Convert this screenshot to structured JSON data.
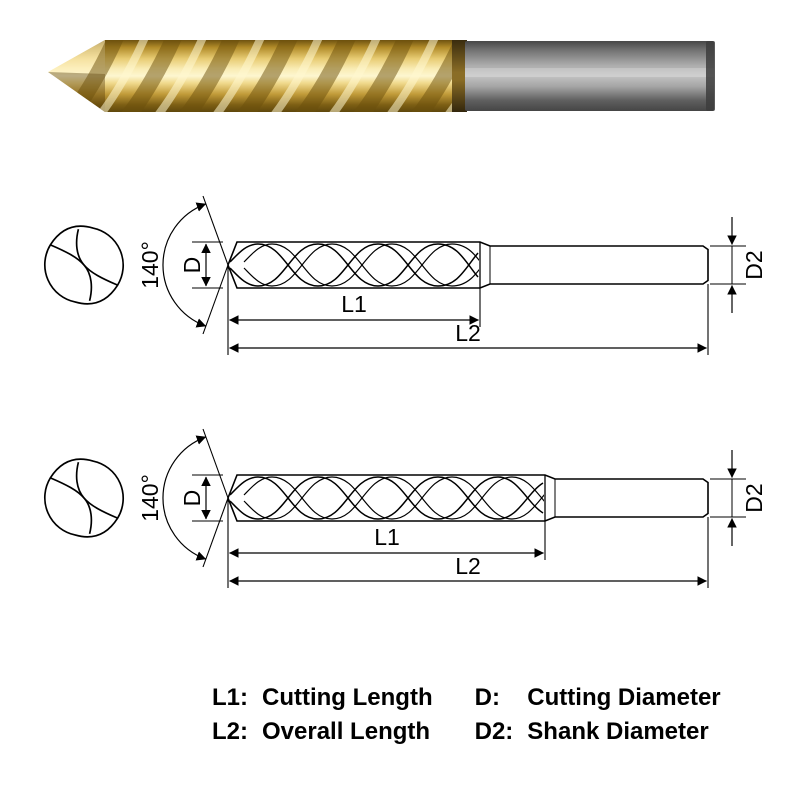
{
  "drawing": {
    "point_angle": "140°",
    "cutting_diameter_label": "D",
    "shank_diameter_label": "D2",
    "cutting_length_label": "L1",
    "overall_length_label": "L2"
  },
  "legend": {
    "items": [
      {
        "label": "L1:",
        "text": "Cutting Length"
      },
      {
        "label": "L2:",
        "text": "Overall Length"
      },
      {
        "label": "D:",
        "text": "Cutting Diameter"
      },
      {
        "label": "D2:",
        "text": "Shank Diameter"
      }
    ]
  },
  "colors": {
    "flute_coating_gold": "#e8cc74",
    "shank_steel_gray": "#b0b0b0",
    "line_black": "#000000",
    "background": "#ffffff"
  }
}
